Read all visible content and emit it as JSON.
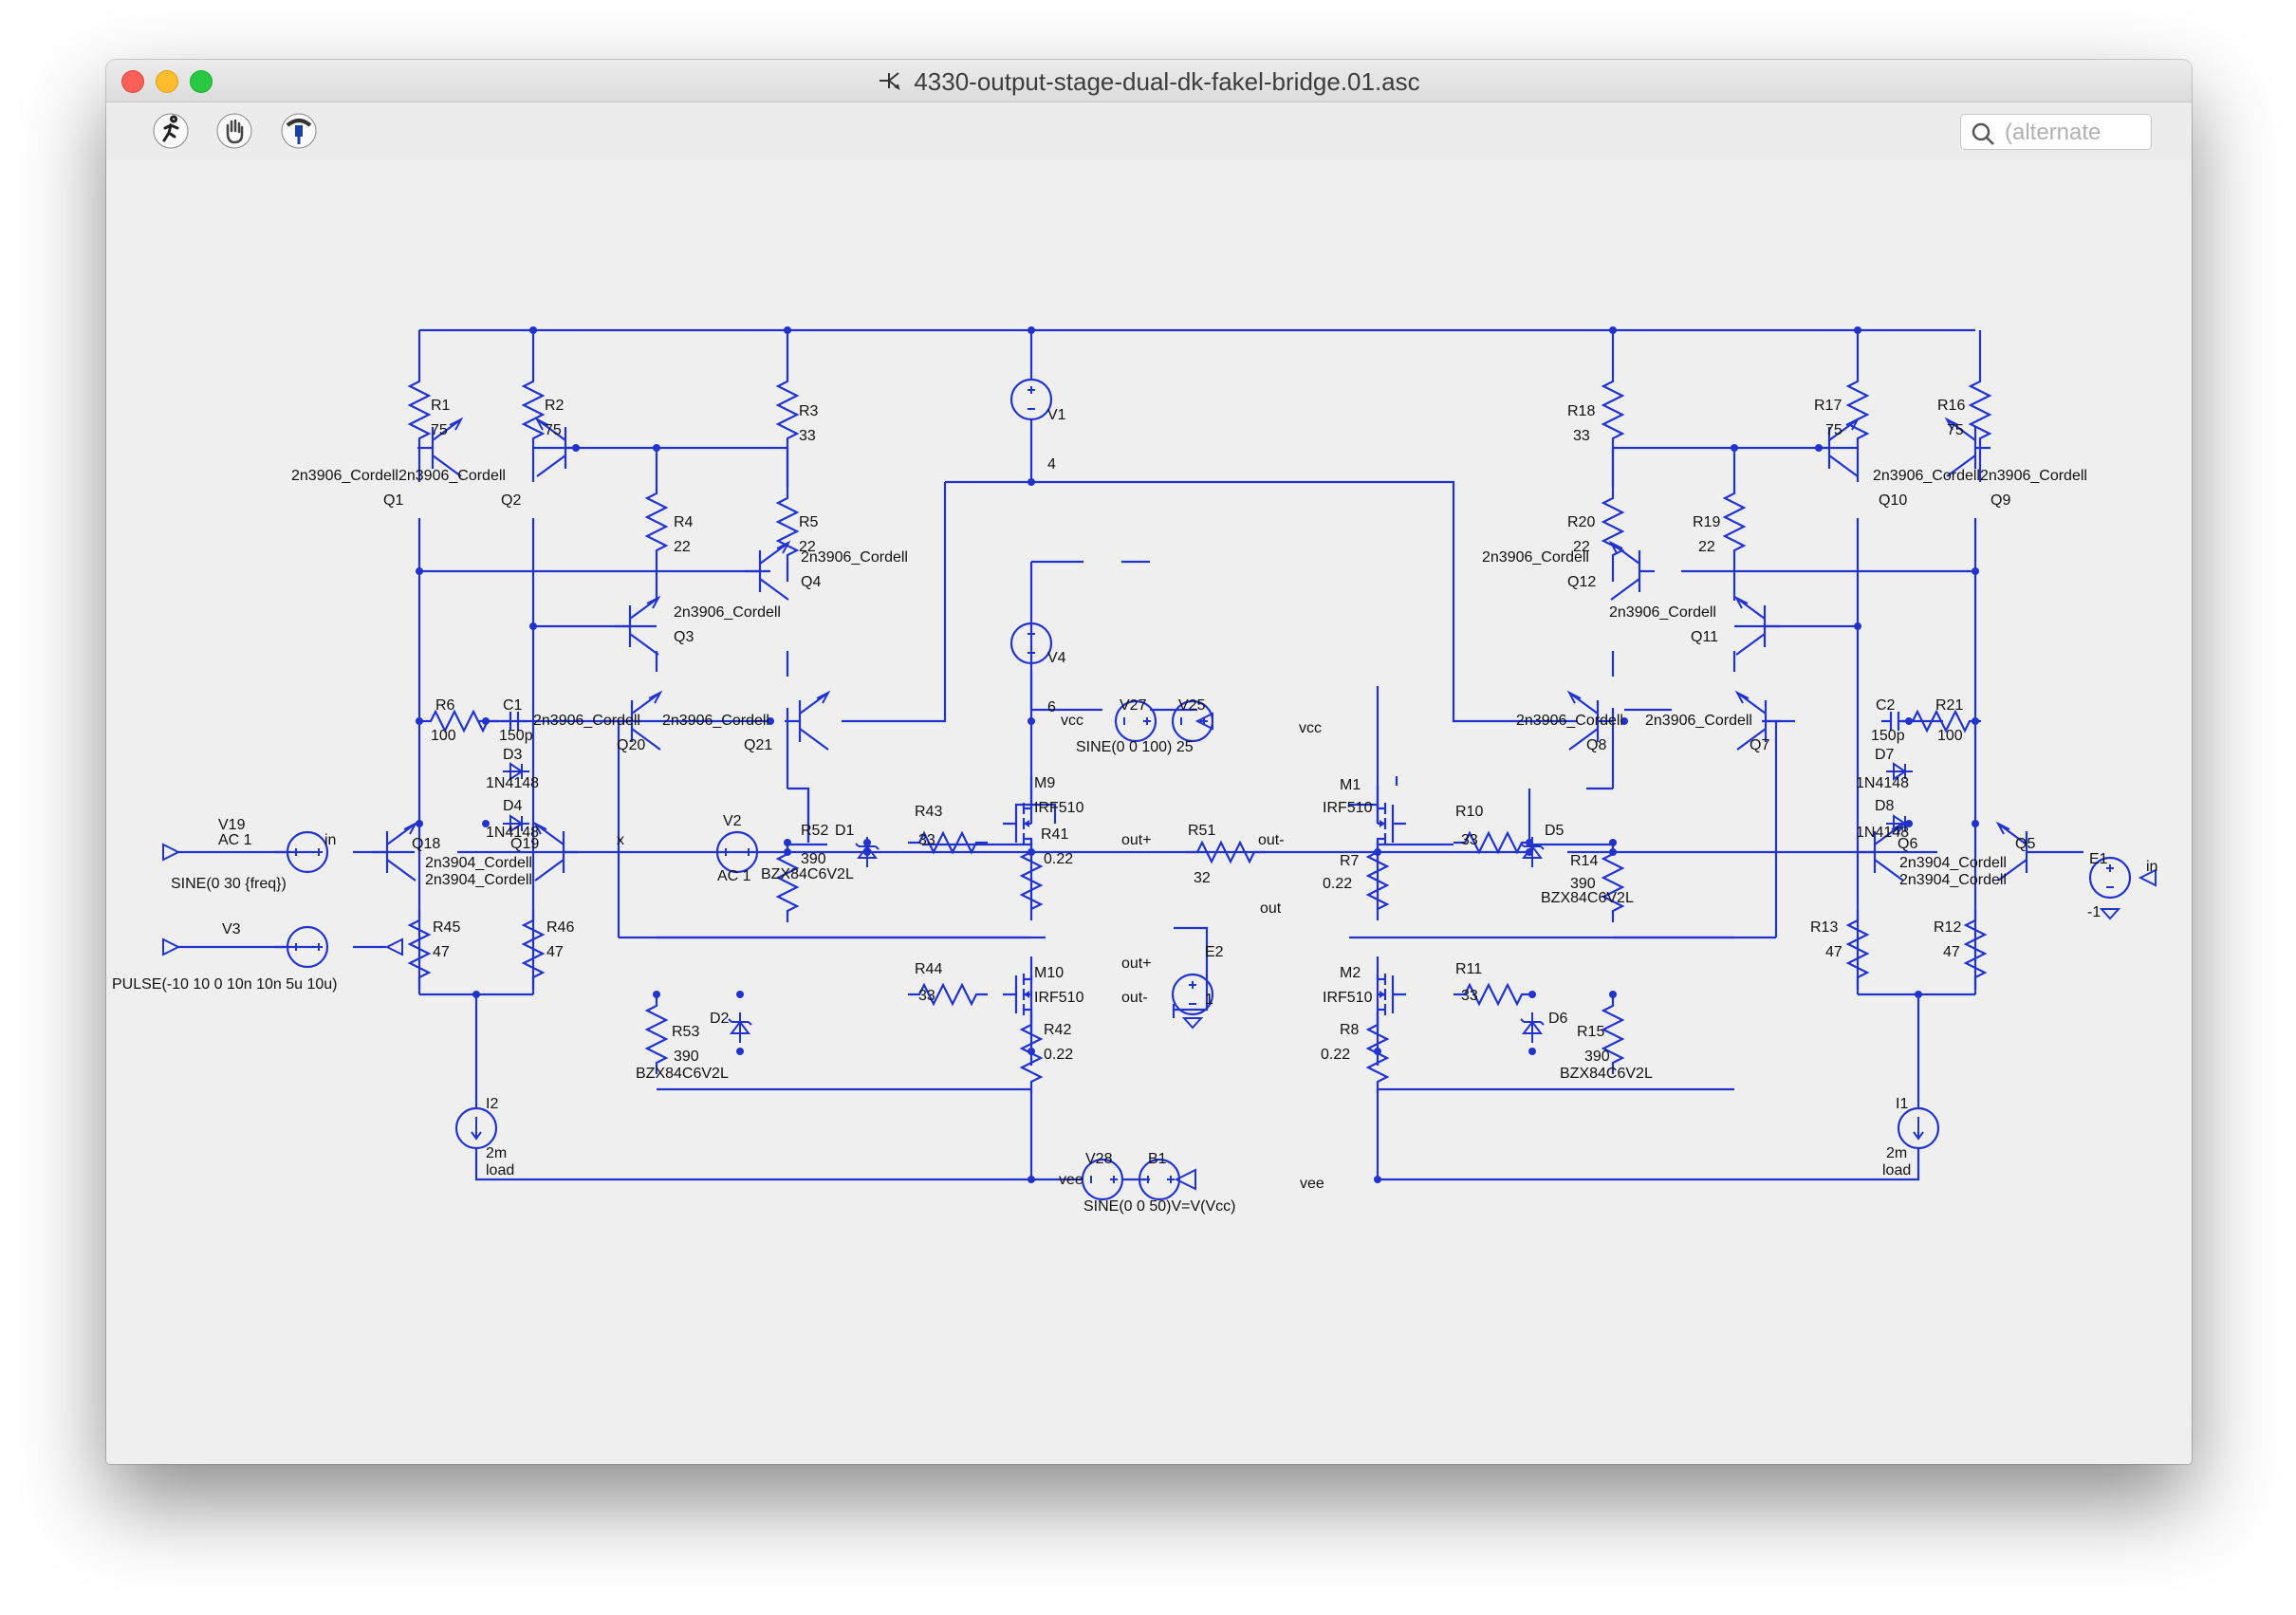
{
  "window": {
    "title": "4330-output-stage-dual-dk-fakel-bridge.01.asc"
  },
  "toolbar": {
    "tools": [
      "run-icon",
      "hand-icon",
      "probe-icon"
    ],
    "search_placeholder": "(alternate"
  },
  "colors": {
    "wire": "#2233cc",
    "label": "#111111",
    "canvas": "#efefef"
  },
  "schematic": {
    "labels": [
      {
        "text": "R1"
      },
      {
        "text": "75"
      },
      {
        "text": "R2"
      },
      {
        "text": "75"
      },
      {
        "text": "R3"
      },
      {
        "text": "33"
      },
      {
        "text": "V1"
      },
      {
        "text": "4"
      },
      {
        "text": "R18"
      },
      {
        "text": "33"
      },
      {
        "text": "R17"
      },
      {
        "text": "75"
      },
      {
        "text": "R16"
      },
      {
        "text": "75"
      },
      {
        "text": "2n3906_Cordell2n3906_Cordell"
      },
      {
        "text": "Q1"
      },
      {
        "text": "Q2"
      },
      {
        "text": "2n3906_Cordell2n3906_Cordell"
      },
      {
        "text": "Q10"
      },
      {
        "text": "Q9"
      },
      {
        "text": "R4"
      },
      {
        "text": "22"
      },
      {
        "text": "R5"
      },
      {
        "text": "22"
      },
      {
        "text": "R20"
      },
      {
        "text": "22"
      },
      {
        "text": "R19"
      },
      {
        "text": "22"
      },
      {
        "text": "2n3906_Cordell"
      },
      {
        "text": "Q4"
      },
      {
        "text": "2n3906_Cordell"
      },
      {
        "text": "Q12"
      },
      {
        "text": "2n3906_Cordell"
      },
      {
        "text": "Q3"
      },
      {
        "text": "2n3906_Cordell"
      },
      {
        "text": "Q11"
      },
      {
        "text": "V4"
      },
      {
        "text": "6"
      },
      {
        "text": "R6"
      },
      {
        "text": "100"
      },
      {
        "text": "C1"
      },
      {
        "text": "150p"
      },
      {
        "text": "2n3906_Cordell"
      },
      {
        "text": "2n3906_Cordell"
      },
      {
        "text": "Q20"
      },
      {
        "text": "Q21"
      },
      {
        "text": "V27"
      },
      {
        "text": "V25"
      },
      {
        "text": "vcc"
      },
      {
        "text": "SINE(0 0 100) 25"
      },
      {
        "text": "vcc"
      },
      {
        "text": "2n3906_Cordell"
      },
      {
        "text": "Q8"
      },
      {
        "text": "2n3906_Cordell"
      },
      {
        "text": "Q7"
      },
      {
        "text": "C2"
      },
      {
        "text": "150p"
      },
      {
        "text": "R21"
      },
      {
        "text": "100"
      },
      {
        "text": "D3"
      },
      {
        "text": "1N4148"
      },
      {
        "text": "D4"
      },
      {
        "text": "1N4148"
      },
      {
        "text": "D7"
      },
      {
        "text": "1N4148"
      },
      {
        "text": "D8"
      },
      {
        "text": "1N4148"
      },
      {
        "text": "M9"
      },
      {
        "text": "IRF510"
      },
      {
        "text": "M1"
      },
      {
        "text": "IRF510"
      },
      {
        "text": "R43"
      },
      {
        "text": "33"
      },
      {
        "text": "R10"
      },
      {
        "text": "33"
      },
      {
        "text": "D1"
      },
      {
        "text": "D5"
      },
      {
        "text": "R52"
      },
      {
        "text": "390"
      },
      {
        "text": "BZX84C6V2L"
      },
      {
        "text": "R41"
      },
      {
        "text": "0.22"
      },
      {
        "text": "R7"
      },
      {
        "text": "0.22"
      },
      {
        "text": "R14"
      },
      {
        "text": "390"
      },
      {
        "text": "BZX84C6V2L"
      },
      {
        "text": "V19"
      },
      {
        "text": "AC 1"
      },
      {
        "text": "in"
      },
      {
        "text": "Q18"
      },
      {
        "text": "Q19"
      },
      {
        "text": "2n3904_Cordell"
      },
      {
        "text": "2n3904_Cordell"
      },
      {
        "text": "x"
      },
      {
        "text": "V2"
      },
      {
        "text": "AC 1"
      },
      {
        "text": "out+"
      },
      {
        "text": "R51"
      },
      {
        "text": "32"
      },
      {
        "text": "out-"
      },
      {
        "text": "Q6"
      },
      {
        "text": "Q5"
      },
      {
        "text": "2n3904_Cordell"
      },
      {
        "text": "2n3904_Cordell"
      },
      {
        "text": "E1"
      },
      {
        "text": "in"
      },
      {
        "text": "-1"
      },
      {
        "text": "SINE(0 30 {freq})"
      },
      {
        "text": "V3"
      },
      {
        "text": "PULSE(-10 10 0 10n 10n 5u 10u)"
      },
      {
        "text": "R45"
      },
      {
        "text": "47"
      },
      {
        "text": "R46"
      },
      {
        "text": "47"
      },
      {
        "text": "R13"
      },
      {
        "text": "47"
      },
      {
        "text": "R12"
      },
      {
        "text": "47"
      },
      {
        "text": "out"
      },
      {
        "text": "E2"
      },
      {
        "text": "out+"
      },
      {
        "text": "out-"
      },
      {
        "text": "1"
      },
      {
        "text": "M10"
      },
      {
        "text": "IRF510"
      },
      {
        "text": "M2"
      },
      {
        "text": "IRF510"
      },
      {
        "text": "R44"
      },
      {
        "text": "33"
      },
      {
        "text": "R11"
      },
      {
        "text": "33"
      },
      {
        "text": "R53"
      },
      {
        "text": "390"
      },
      {
        "text": "D2"
      },
      {
        "text": "BZX84C6V2L"
      },
      {
        "text": "R42"
      },
      {
        "text": "0.22"
      },
      {
        "text": "R8"
      },
      {
        "text": "0.22"
      },
      {
        "text": "D6"
      },
      {
        "text": "R15"
      },
      {
        "text": "390"
      },
      {
        "text": "BZX84C6V2L"
      },
      {
        "text": "I2"
      },
      {
        "text": "2m"
      },
      {
        "text": "load"
      },
      {
        "text": "V28"
      },
      {
        "text": "B1"
      },
      {
        "text": "vee"
      },
      {
        "text": "SINE(0 0 50)V=V(Vcc)"
      },
      {
        "text": "vee"
      },
      {
        "text": "I1"
      },
      {
        "text": "2m"
      },
      {
        "text": "load"
      }
    ]
  }
}
